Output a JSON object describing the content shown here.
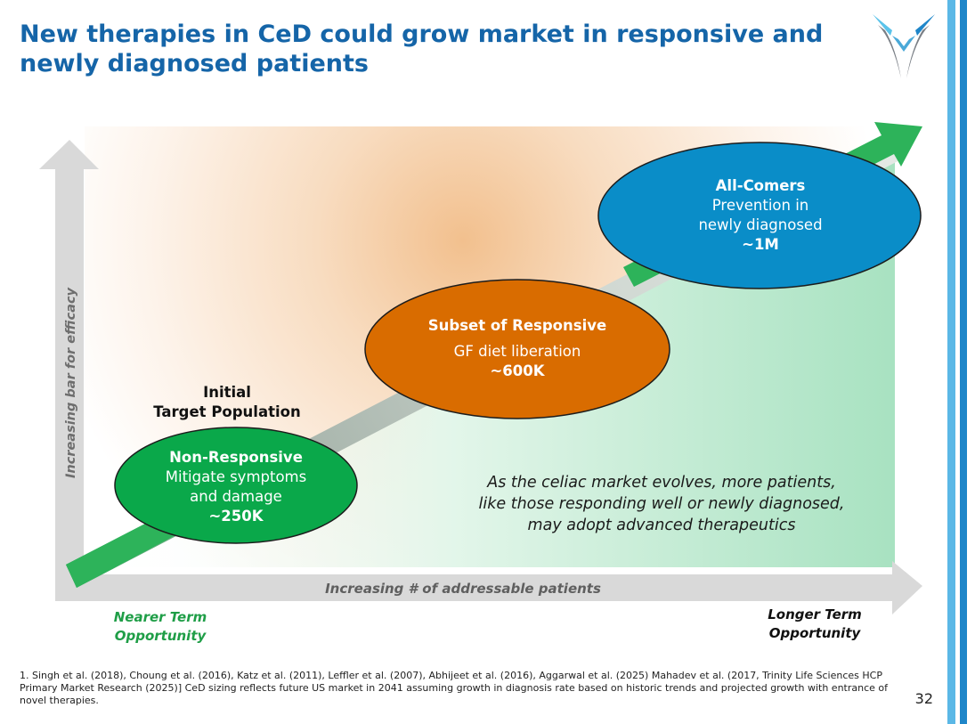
{
  "title": "New therapies in CeD could grow market in responsive and newly diagnosed patients",
  "y_axis_label": "Increasing bar for efficacy",
  "x_axis_label": "Increasing # of addressable patients",
  "initial_target": {
    "line1": "Initial",
    "line2": "Target Population"
  },
  "segments": [
    {
      "title": "Non-Responsive",
      "line1": "Mitigate symptoms",
      "line2": "and damage",
      "value": "~250K",
      "color": "#0aa84a"
    },
    {
      "title": "Subset of Responsive",
      "line1": "GF diet liberation",
      "line2": "",
      "value": "~600K",
      "color": "#d96c00"
    },
    {
      "title": "All-Comers",
      "line1": "Prevention in",
      "line2": "newly diagnosed",
      "value": "~1M",
      "color": "#0a8dc8"
    }
  ],
  "callout": {
    "line1": "As the celiac market evolves, more patients,",
    "line2": "like those responding well or newly diagnosed,",
    "line3": "may adopt advanced therapeutics"
  },
  "nearer_term": {
    "line1": "Nearer Term",
    "line2": "Opportunity"
  },
  "longer_term": {
    "line1": "Longer Term",
    "line2": "Opportunity"
  },
  "footnote": "1. Singh et al. (2018), Choung et al. (2016), Katz et al. (2011), Leffler et al. (2007), Abhijeet et al. (2016), Aggarwal et al. (2025) Mahadev et al. (2017, Trinity Life Sciences HCP Primary Market Research (2025)] CeD sizing reflects future US market in 2041 assuming growth in diagnosis rate based on historic trends and projected growth with entrance of novel therapies.",
  "page_number": "32",
  "colors": {
    "title": "#1565a8",
    "arrow_green": "#2db35a",
    "stripe_light": "#5bb8e6",
    "stripe_dark": "#1f86c9"
  }
}
